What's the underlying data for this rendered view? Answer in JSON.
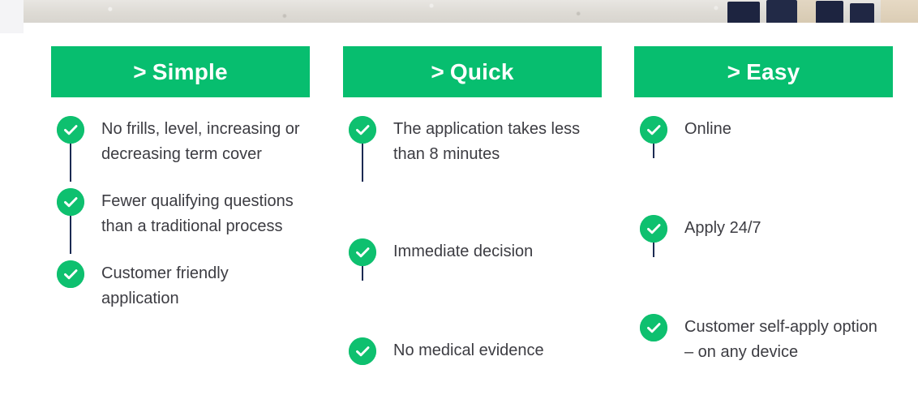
{
  "page": {
    "background_color": "#ffffff",
    "accent_green": "#07be6f",
    "check_green": "#0ec06f",
    "connector_navy": "#1b2a52",
    "text_color": "#3c3c42",
    "corner_panel_color": "#f4f4f6"
  },
  "hero_strip": {
    "description": "bottom sliver of hero photograph: concrete floor with people's navy trouser legs at right"
  },
  "columns": [
    {
      "header": {
        "chevron": ">",
        "label": "Simple"
      },
      "items": [
        {
          "icon": "check-circle-icon",
          "text": "No frills, level, increasing or decreasing term cover"
        },
        {
          "icon": "check-circle-icon",
          "text": "Fewer qualifying questions than a traditional process"
        },
        {
          "icon": "check-circle-icon",
          "text": "Customer friendly application"
        }
      ]
    },
    {
      "header": {
        "chevron": ">",
        "label": "Quick"
      },
      "items": [
        {
          "icon": "check-circle-icon",
          "text": "The application takes less than 8 minutes"
        },
        {
          "icon": "check-circle-icon",
          "text": "Immediate decision"
        },
        {
          "icon": "check-circle-icon",
          "text": "No medical evidence"
        }
      ]
    },
    {
      "header": {
        "chevron": ">",
        "label": "Easy"
      },
      "items": [
        {
          "icon": "check-circle-icon",
          "text": "Online"
        },
        {
          "icon": "check-circle-icon",
          "text": "Apply 24/7"
        },
        {
          "icon": "check-circle-icon",
          "text": "Customer self-apply option – on any device"
        }
      ]
    }
  ]
}
